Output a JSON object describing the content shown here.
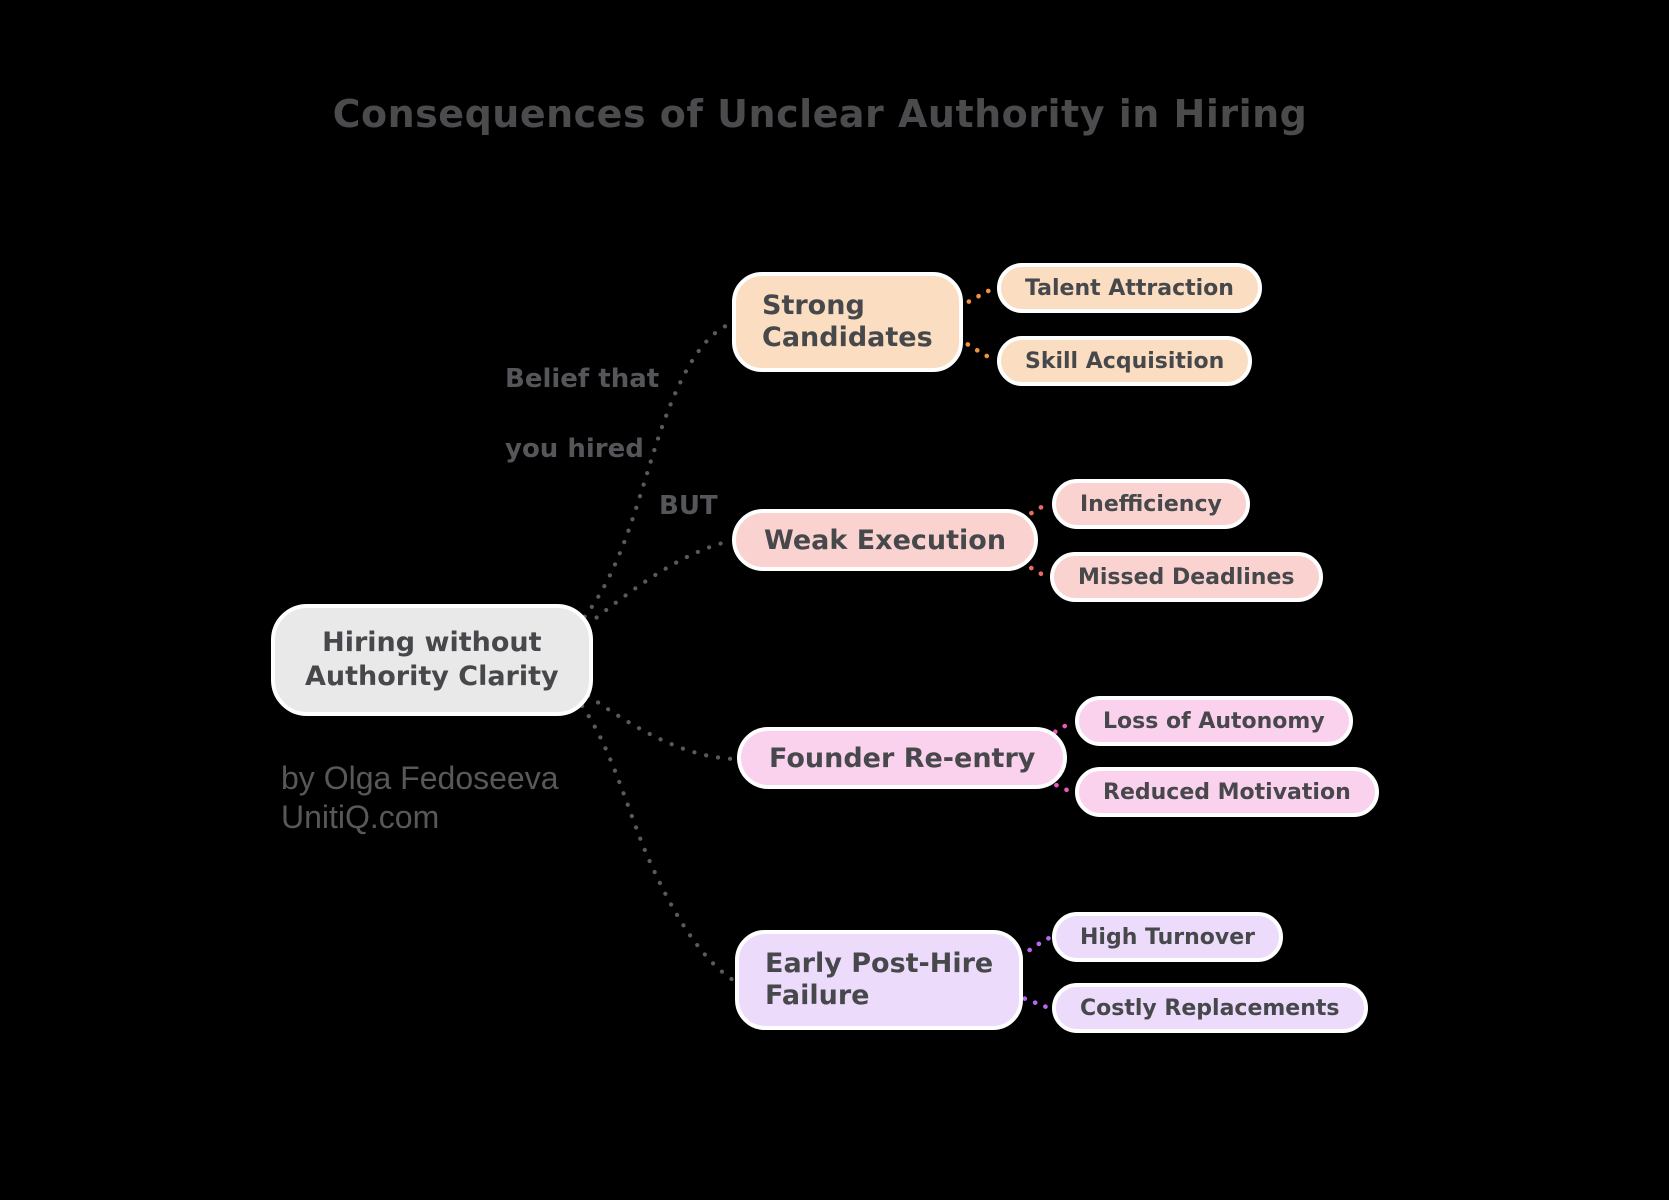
{
  "title": "Consequences of Unclear Authority in Hiring",
  "root": {
    "line1": "Hiring without",
    "line2": "Authority Clarity"
  },
  "edge_labels": {
    "belief_line1": "Belief that",
    "belief_line2": "you hired",
    "but": "BUT"
  },
  "branches": [
    {
      "id": "strong-candidates",
      "line1": "Strong",
      "line2": "Candidates",
      "children": [
        {
          "label": "Talent Attraction"
        },
        {
          "label": "Skill Acquisition"
        }
      ]
    },
    {
      "id": "weak-execution",
      "label": "Weak Execution",
      "children": [
        {
          "label": "Inefficiency"
        },
        {
          "label": "Missed Deadlines"
        }
      ]
    },
    {
      "id": "founder-re-entry",
      "label": "Founder Re-entry",
      "children": [
        {
          "label": "Loss of Autonomy"
        },
        {
          "label": "Reduced Motivation"
        }
      ]
    },
    {
      "id": "early-post-hire-failure",
      "line1": "Early Post-Hire",
      "line2": "Failure",
      "children": [
        {
          "label": "High Turnover"
        },
        {
          "label": "Costly Replacements"
        }
      ]
    }
  ],
  "attribution": {
    "byline": "by Olga Fedoseeva",
    "site": "UnitiQ.com"
  },
  "colors": {
    "background": "#000000",
    "title_text": "#4b4b4e",
    "node_text": "#47484b",
    "edge_label_text": "#55565a",
    "node_border": "#ffffff",
    "root_node_bg": "#e9e9e9",
    "strong_candidates_bg": "#fbddc1",
    "weak_execution_bg": "#fad3d0",
    "founder_re_entry_bg": "#fbd2ee",
    "early_post_hire_bg": "#ecdbfa",
    "edge_gray": "#5a5a5e",
    "edge_orange": "#ef9241",
    "edge_red": "#ef6a60",
    "edge_magenta": "#ea58bc",
    "edge_purple": "#b867f2"
  }
}
